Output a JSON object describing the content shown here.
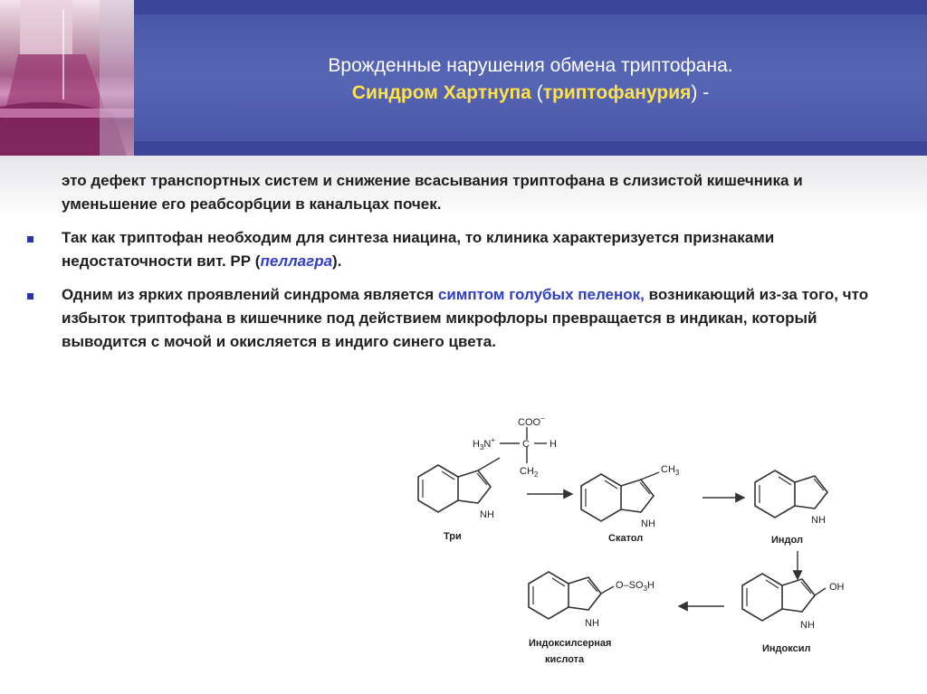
{
  "header": {
    "title_line1": "Врожденные нарушения обмена триптофана.",
    "title_line2_a": "Синдром Хартнупа",
    "title_line2_b": " (",
    "title_line2_c": "триптофанурия",
    "title_line2_d": ") -",
    "bg_color": "#3c4698",
    "accent_color": "#ffe24a"
  },
  "body": {
    "p1": "это дефект транспортных систем и снижение всасывания триптофана в слизистой кишечника и уменьшение его реабсорбции в канальцах почек.",
    "p2_a": "Так как триптофан необходим для синтеза  ниацина, то клиника характеризуется признаками недостаточности вит. РР (",
    "p2_link": "пеллагра",
    "p2_b": ").",
    "p3_a": "Одним из ярких проявлений синдрома является ",
    "p3_link": "симптом голубых пеленок,",
    "p3_b": " возникающий из-за того, что избыток триптофана в кишечнике под действием микрофлоры превращается в индикан, который выводится с мочой и окисляется в индиго синего цвета.",
    "link_color": "#2f3ec2"
  },
  "diagram": {
    "trp": {
      "label": "Три",
      "coo": "COO",
      "coo_sup": "−",
      "h3n": "H",
      "h3n_sub": "3",
      "h3n_n": "N",
      "h3n_sup": "+",
      "c": "C",
      "h": "H",
      "ch2": "CH",
      "ch2_sub": "2",
      "nh": "NH"
    },
    "skatole": {
      "label": "Скатол",
      "ch3": "CH",
      "ch3_sub": "3",
      "nh": "NH"
    },
    "indole": {
      "label": "Индол",
      "nh": "NH"
    },
    "indoxyl": {
      "label": "Индоксил",
      "oh": "OH",
      "nh": "NH"
    },
    "indoxylsulfate": {
      "label_line1": "Индоксилсерная",
      "label_line2": "кислота",
      "group": "O–SO",
      "group_sub": "3",
      "group_h": "H",
      "nh": "NH"
    }
  }
}
